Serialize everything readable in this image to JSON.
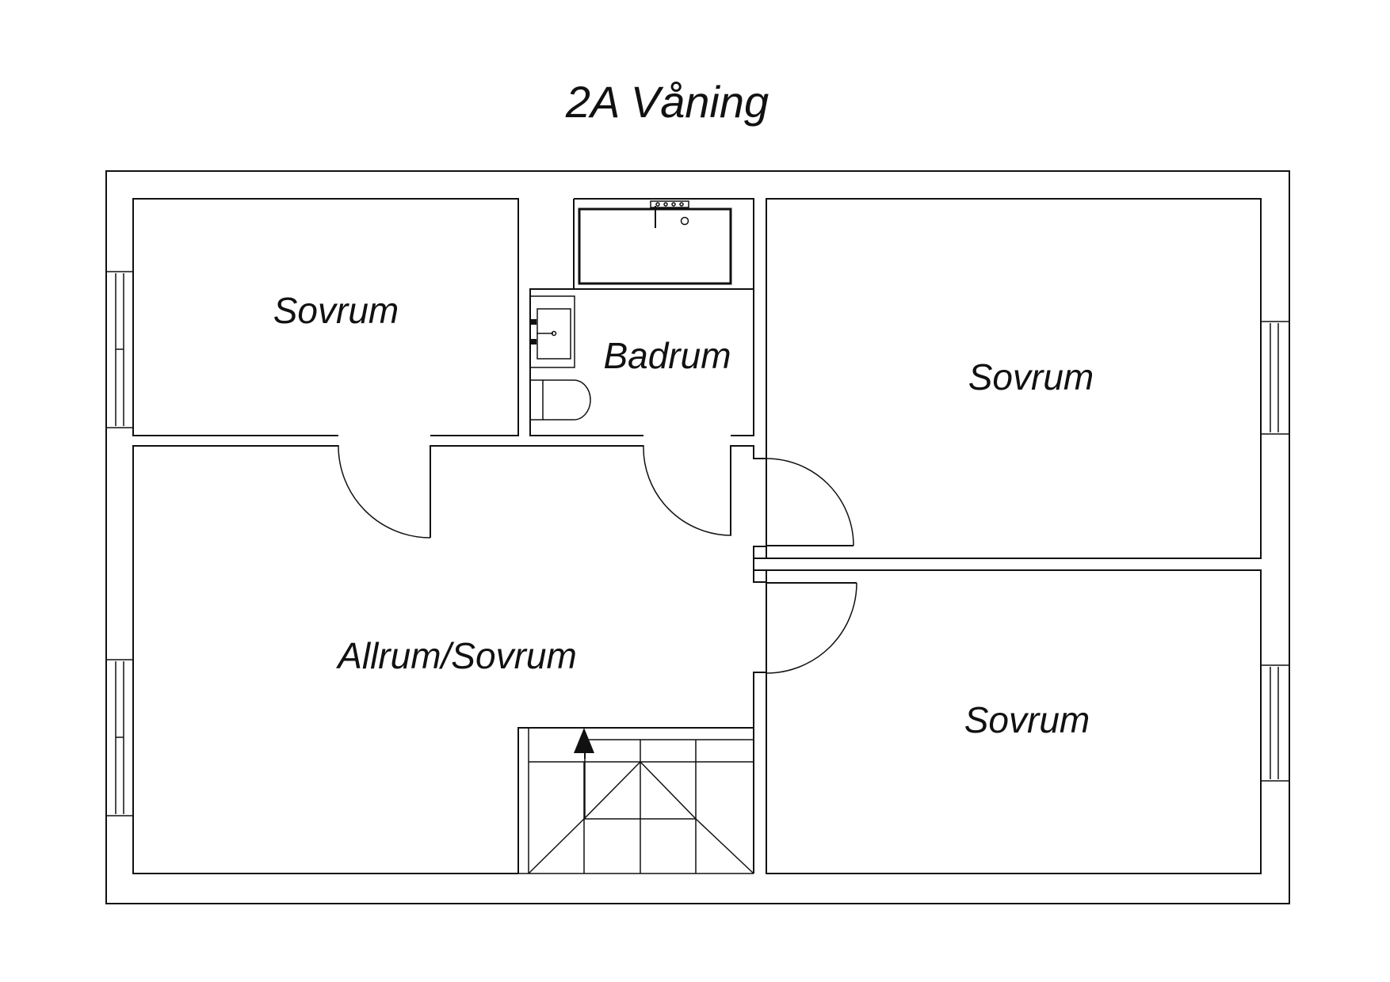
{
  "title": "2A Våning",
  "rooms": {
    "bedroom_top_left": "Sovrum",
    "bathroom": "Badrum",
    "bedroom_top_right": "Sovrum",
    "living_bedroom": "Allrum/Sovrum",
    "bedroom_bottom_right": "Sovrum"
  },
  "stairs": {
    "direction": "up"
  }
}
